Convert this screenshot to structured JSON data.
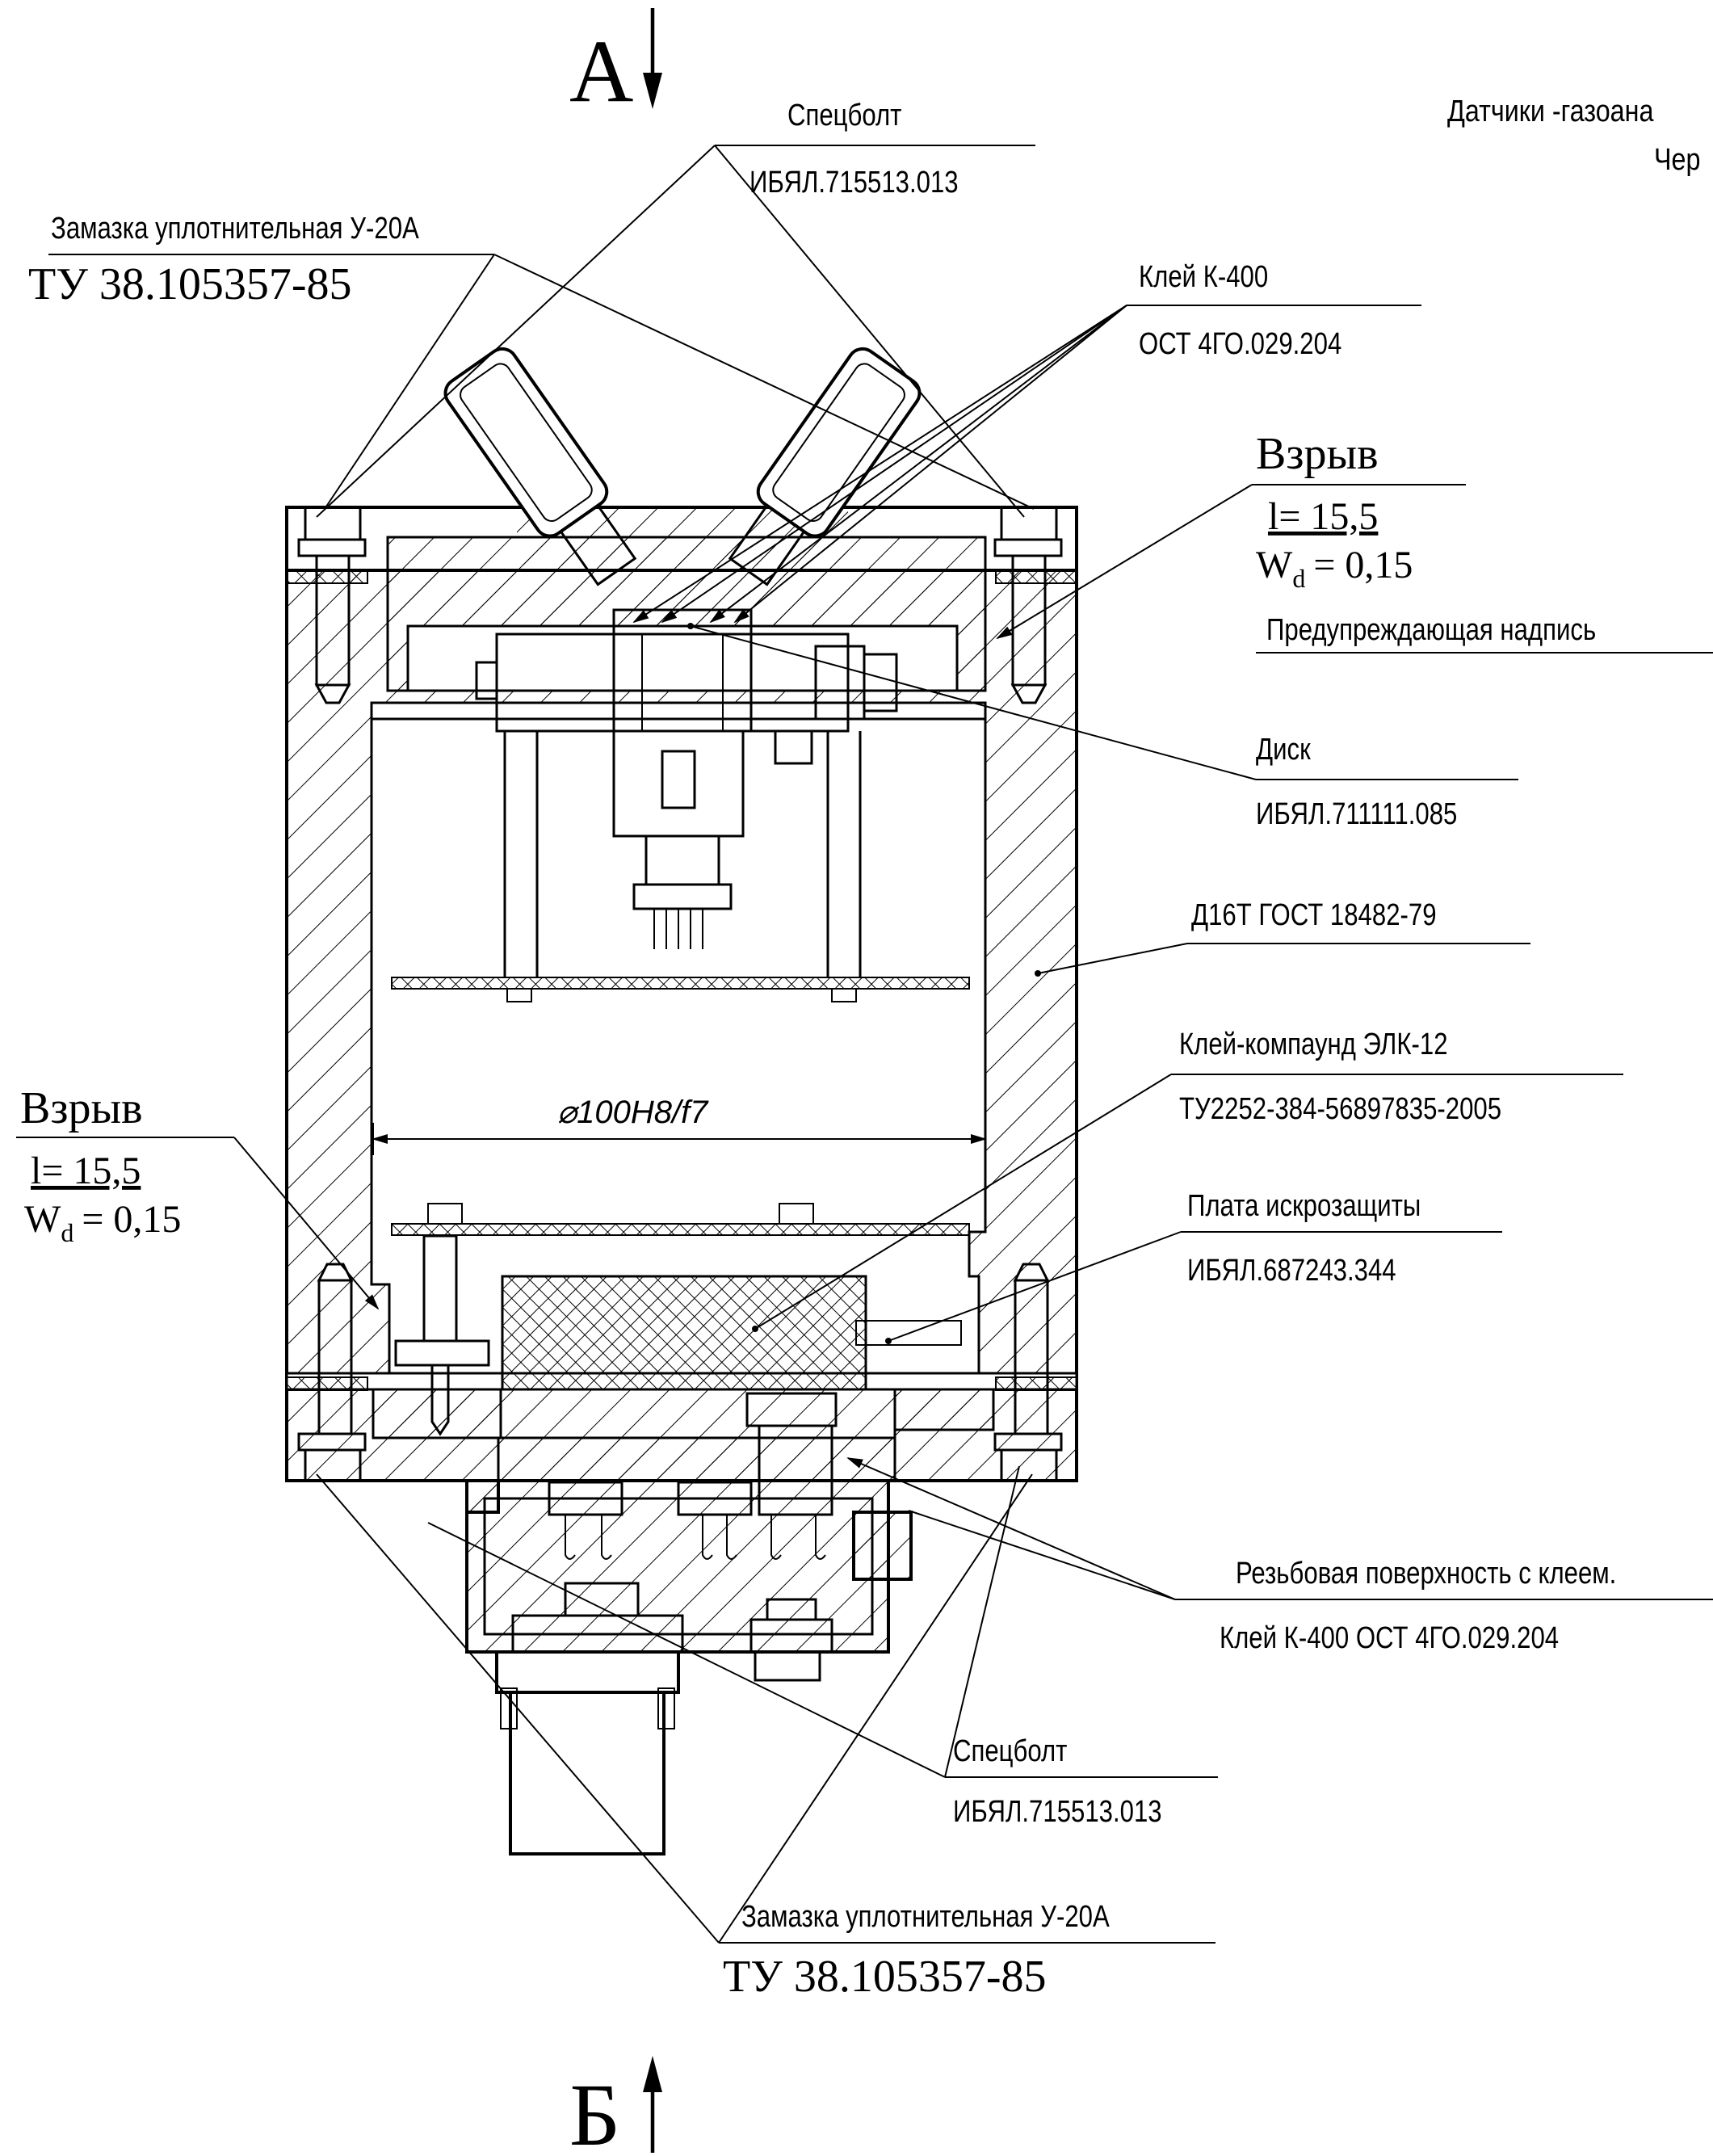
{
  "title_block": {
    "line1": "Датчики -газоана",
    "line2": "Чер"
  },
  "sections": {
    "top": "А",
    "bottom": "Б"
  },
  "dimension": {
    "diameter": "⌀100H8/f7"
  },
  "callouts": {
    "specbolt_top": {
      "name": "Спецболт",
      "code": "ИБЯЛ.715513.013"
    },
    "sealant_top": {
      "name": "Замазка уплотнительная У-20А",
      "code": "ТУ 38.105357-85"
    },
    "glue_k400": {
      "name": "Клей К-400",
      "code": "ОСТ 4ГО.029.204"
    },
    "explosion_right": {
      "title": "Взрыв",
      "l": "l= 15,5",
      "w_main": "W",
      "w_sub": "d",
      "w_val": "= 0,15"
    },
    "warning": {
      "text": "Предупреждающая надпись"
    },
    "disk": {
      "name": "Диск",
      "code": "ИБЯЛ.711111.085"
    },
    "material": {
      "text": "Д16Т ГОСТ 18482-79"
    },
    "compound": {
      "name": "Клей-компаунд ЭЛК-12",
      "code": "ТУ2252-384-56897835-2005"
    },
    "explosion_left": {
      "title": "Взрыв",
      "l": "l= 15,5",
      "w_main": "W",
      "w_sub": "d",
      "w_val": "= 0,15"
    },
    "board": {
      "name": "Плата искрозащиты",
      "code": "ИБЯЛ.687243.344"
    },
    "thread_glue": {
      "name": "Резьбовая поверхность с клеем.",
      "code": "Клей К-400 ОСТ 4ГО.029.204"
    },
    "specbolt_bottom": {
      "name": "Спецболт",
      "code": "ИБЯЛ.715513.013"
    },
    "sealant_bottom": {
      "name": "Замазка уплотнительная У-20А",
      "code": "ТУ 38.105357-85"
    }
  }
}
